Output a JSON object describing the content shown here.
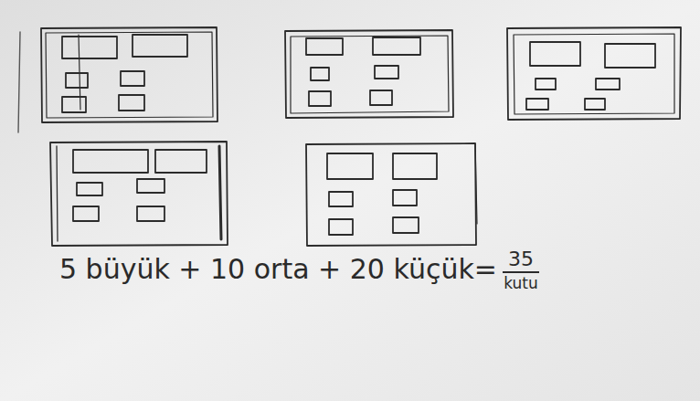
{
  "diagram": {
    "labels": [
      "5 büyük + 10 orta + 20 küçük=",
      "35",
      "kutu"
    ]
  }
}
